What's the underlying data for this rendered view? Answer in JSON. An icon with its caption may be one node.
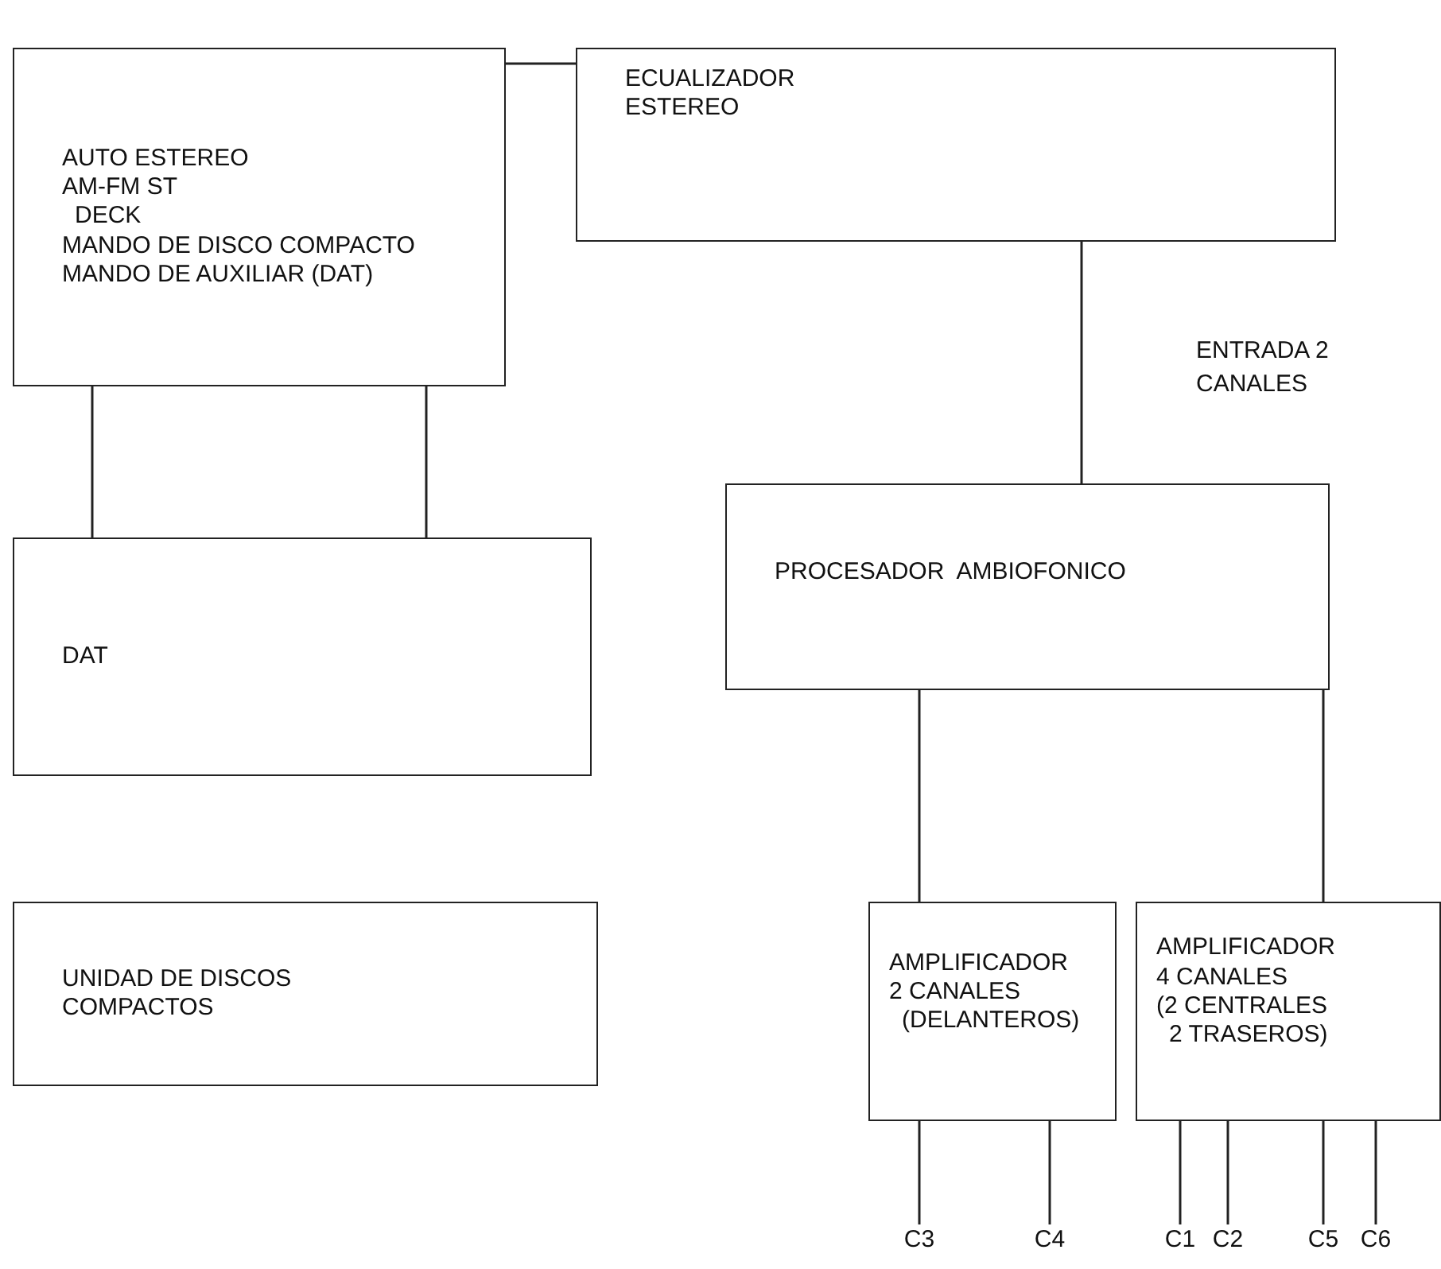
{
  "diagram": {
    "nodes": [
      {
        "text": [
          "AUTO ESTEREO",
          "AM-FM ST",
          "DECK",
          "MANDO DE DISCO COMPACTO",
          "MANDO DE AUXILIAR (DAT)"
        ]
      },
      {
        "text": [
          "ECUALIZADOR",
          "ESTEREO"
        ]
      },
      {
        "text": [
          "DAT"
        ]
      },
      {
        "text": [
          "UNIDAD DE DISCOS",
          "COMPACTOS"
        ]
      },
      {
        "text": [
          "PROCESADOR  AMBIOFONICO"
        ]
      },
      {
        "text": [
          "AMPLIFICADOR",
          "2 CANALES",
          "(DELANTEROS)"
        ]
      },
      {
        "text": [
          "AMPLIFICADOR",
          "4 CANALES",
          "(2 CENTRALES",
          "2 TRASEROS)"
        ]
      },
      {
        "text": [
          "C3"
        ]
      },
      {
        "text": [
          "C4"
        ]
      },
      {
        "text": [
          "C1"
        ]
      },
      {
        "text": [
          "C2"
        ]
      },
      {
        "text": [
          "C5"
        ]
      },
      {
        "text": [
          "C6"
        ]
      }
    ],
    "edges": [
      {
        "from": 0,
        "to": 1,
        "arrow": "none"
      },
      {
        "from": 0,
        "to": 2,
        "arrow": "none"
      },
      {
        "from": 0,
        "to": 2,
        "arrow": "none"
      },
      {
        "from": 1,
        "to": 4,
        "arrow": "none",
        "label": "ENTRADA 2 CANALES"
      },
      {
        "from": 4,
        "to": 5,
        "arrow": "none"
      },
      {
        "from": 4,
        "to": 6,
        "arrow": "none"
      },
      {
        "from": 5,
        "to": 7,
        "arrow": "none"
      },
      {
        "from": 5,
        "to": 8,
        "arrow": "none"
      },
      {
        "from": 6,
        "to": 9,
        "arrow": "none"
      },
      {
        "from": 6,
        "to": 10,
        "arrow": "none"
      },
      {
        "from": 6,
        "to": 11,
        "arrow": "none"
      },
      {
        "from": 6,
        "to": 12,
        "arrow": "none"
      }
    ]
  }
}
